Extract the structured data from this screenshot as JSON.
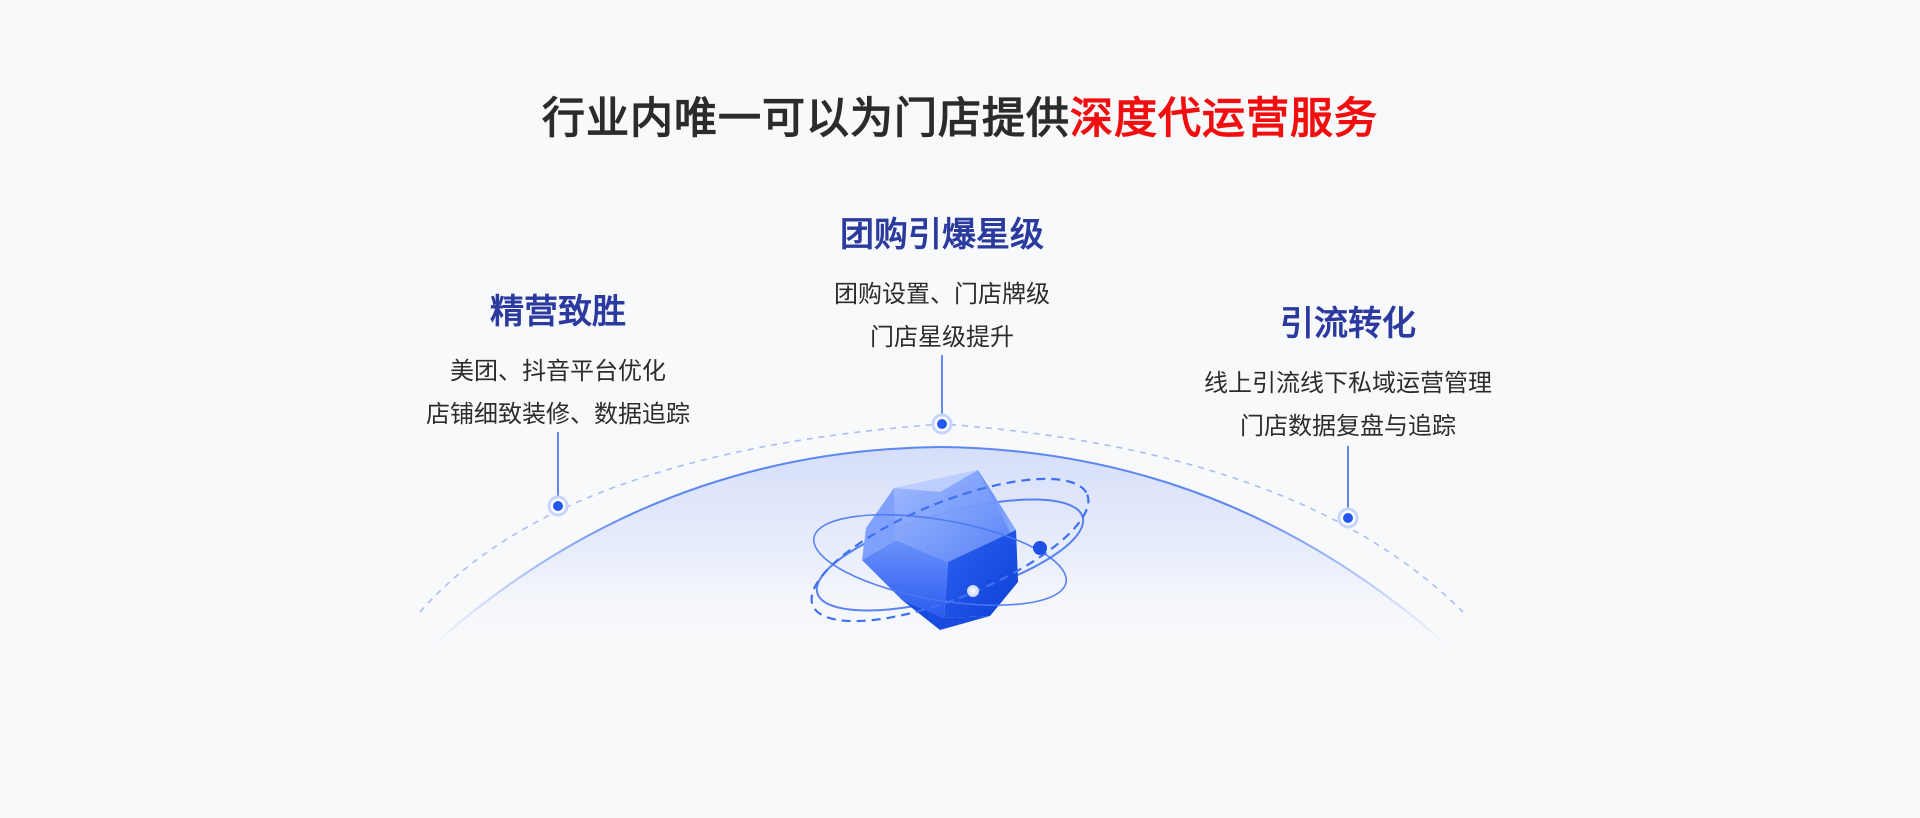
{
  "headline": {
    "prefix": "行业内唯一可以为门店提供",
    "accent": "深度代运营服务"
  },
  "features": {
    "left": {
      "title": "精营致胜",
      "lines": [
        "美团、抖音平台优化",
        "店铺细致装修、数据追踪"
      ]
    },
    "center": {
      "title": "团购引爆星级",
      "lines": [
        "团购设置、门店牌级",
        "门店星级提升"
      ]
    },
    "right": {
      "title": "引流转化",
      "lines": [
        "线上引流线下私域运营管理",
        "门店数据复盘与追踪"
      ]
    }
  },
  "colors": {
    "accent": "#f10e0e",
    "title_blue": "#2b3a9e",
    "gem_blue": "#1f5cf0"
  }
}
